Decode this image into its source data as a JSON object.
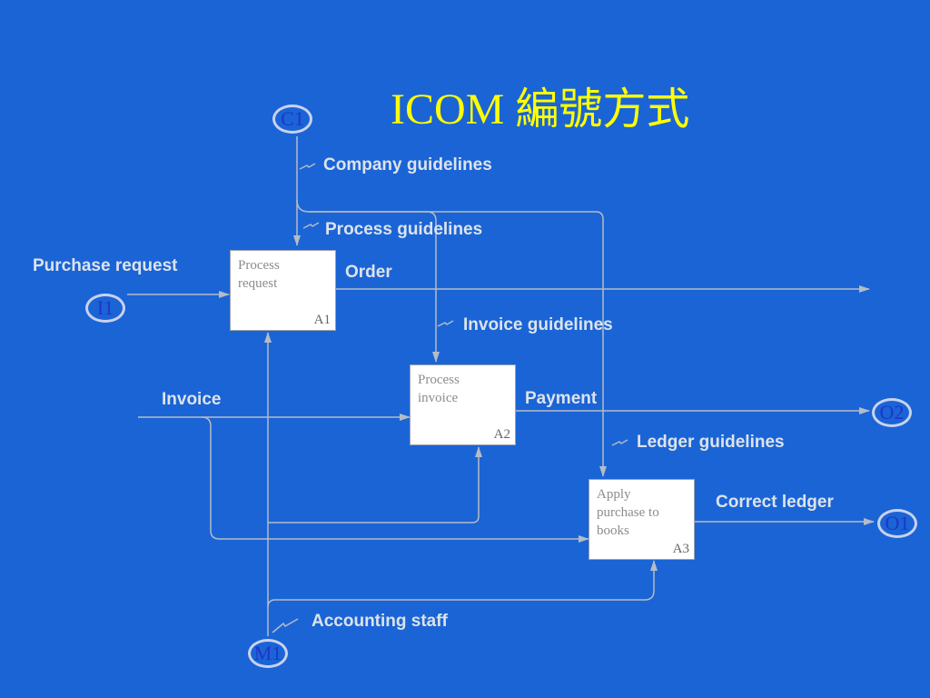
{
  "title": "ICOM 編號方式",
  "colors": {
    "background": "#1a64d6",
    "title": "#ffff00",
    "arrows": "#b4bcc6",
    "labels": "#dde3ea",
    "tag_text": "#2233cc",
    "tag_ring": "#c9d2ee"
  },
  "tags": {
    "control": "C1",
    "input": "I1",
    "output_payment": "O2",
    "output_ledger": "O1",
    "mechanism": "M1"
  },
  "boxes": [
    {
      "name_line1": "Process",
      "name_line2": "request",
      "name_line3": "",
      "id": "A1"
    },
    {
      "name_line1": "Process",
      "name_line2": "invoice",
      "name_line3": "",
      "id": "A2"
    },
    {
      "name_line1": "Apply",
      "name_line2": "purchase to",
      "name_line3": "books",
      "id": "A3"
    }
  ],
  "labels": {
    "company_guidelines": "Company guidelines",
    "process_guidelines": "Process guidelines",
    "purchase_request": "Purchase request",
    "order": "Order",
    "invoice_guidelines": "Invoice guidelines",
    "invoice": "Invoice",
    "payment": "Payment",
    "ledger_guidelines": "Ledger guidelines",
    "correct_ledger": "Correct ledger",
    "accounting_staff": "Accounting staff"
  }
}
